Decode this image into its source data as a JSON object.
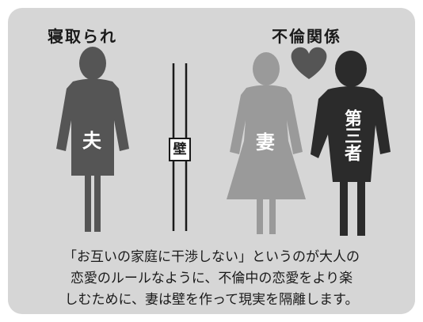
{
  "headings": {
    "left": "寝取られ",
    "right": "不倫関係"
  },
  "figures": {
    "husband": "夫",
    "wife": "妻",
    "third_party": "第三者",
    "wall": "壁"
  },
  "caption": {
    "line1": "「お互いの家庭に干渉しない」というのが大人の",
    "line2": "恋愛のルールなように、不倫中の恋愛をより楽",
    "line3": "しむために、妻は壁を作って現実を隔離します。"
  },
  "colors": {
    "background": "#d6d6d6",
    "husband": "#555555",
    "wife": "#9a9a9a",
    "third_party": "#2b2b2b",
    "heart": "#555555",
    "wall_lines": "#1a1a1a"
  },
  "icons": {
    "heart": "heart-icon"
  }
}
